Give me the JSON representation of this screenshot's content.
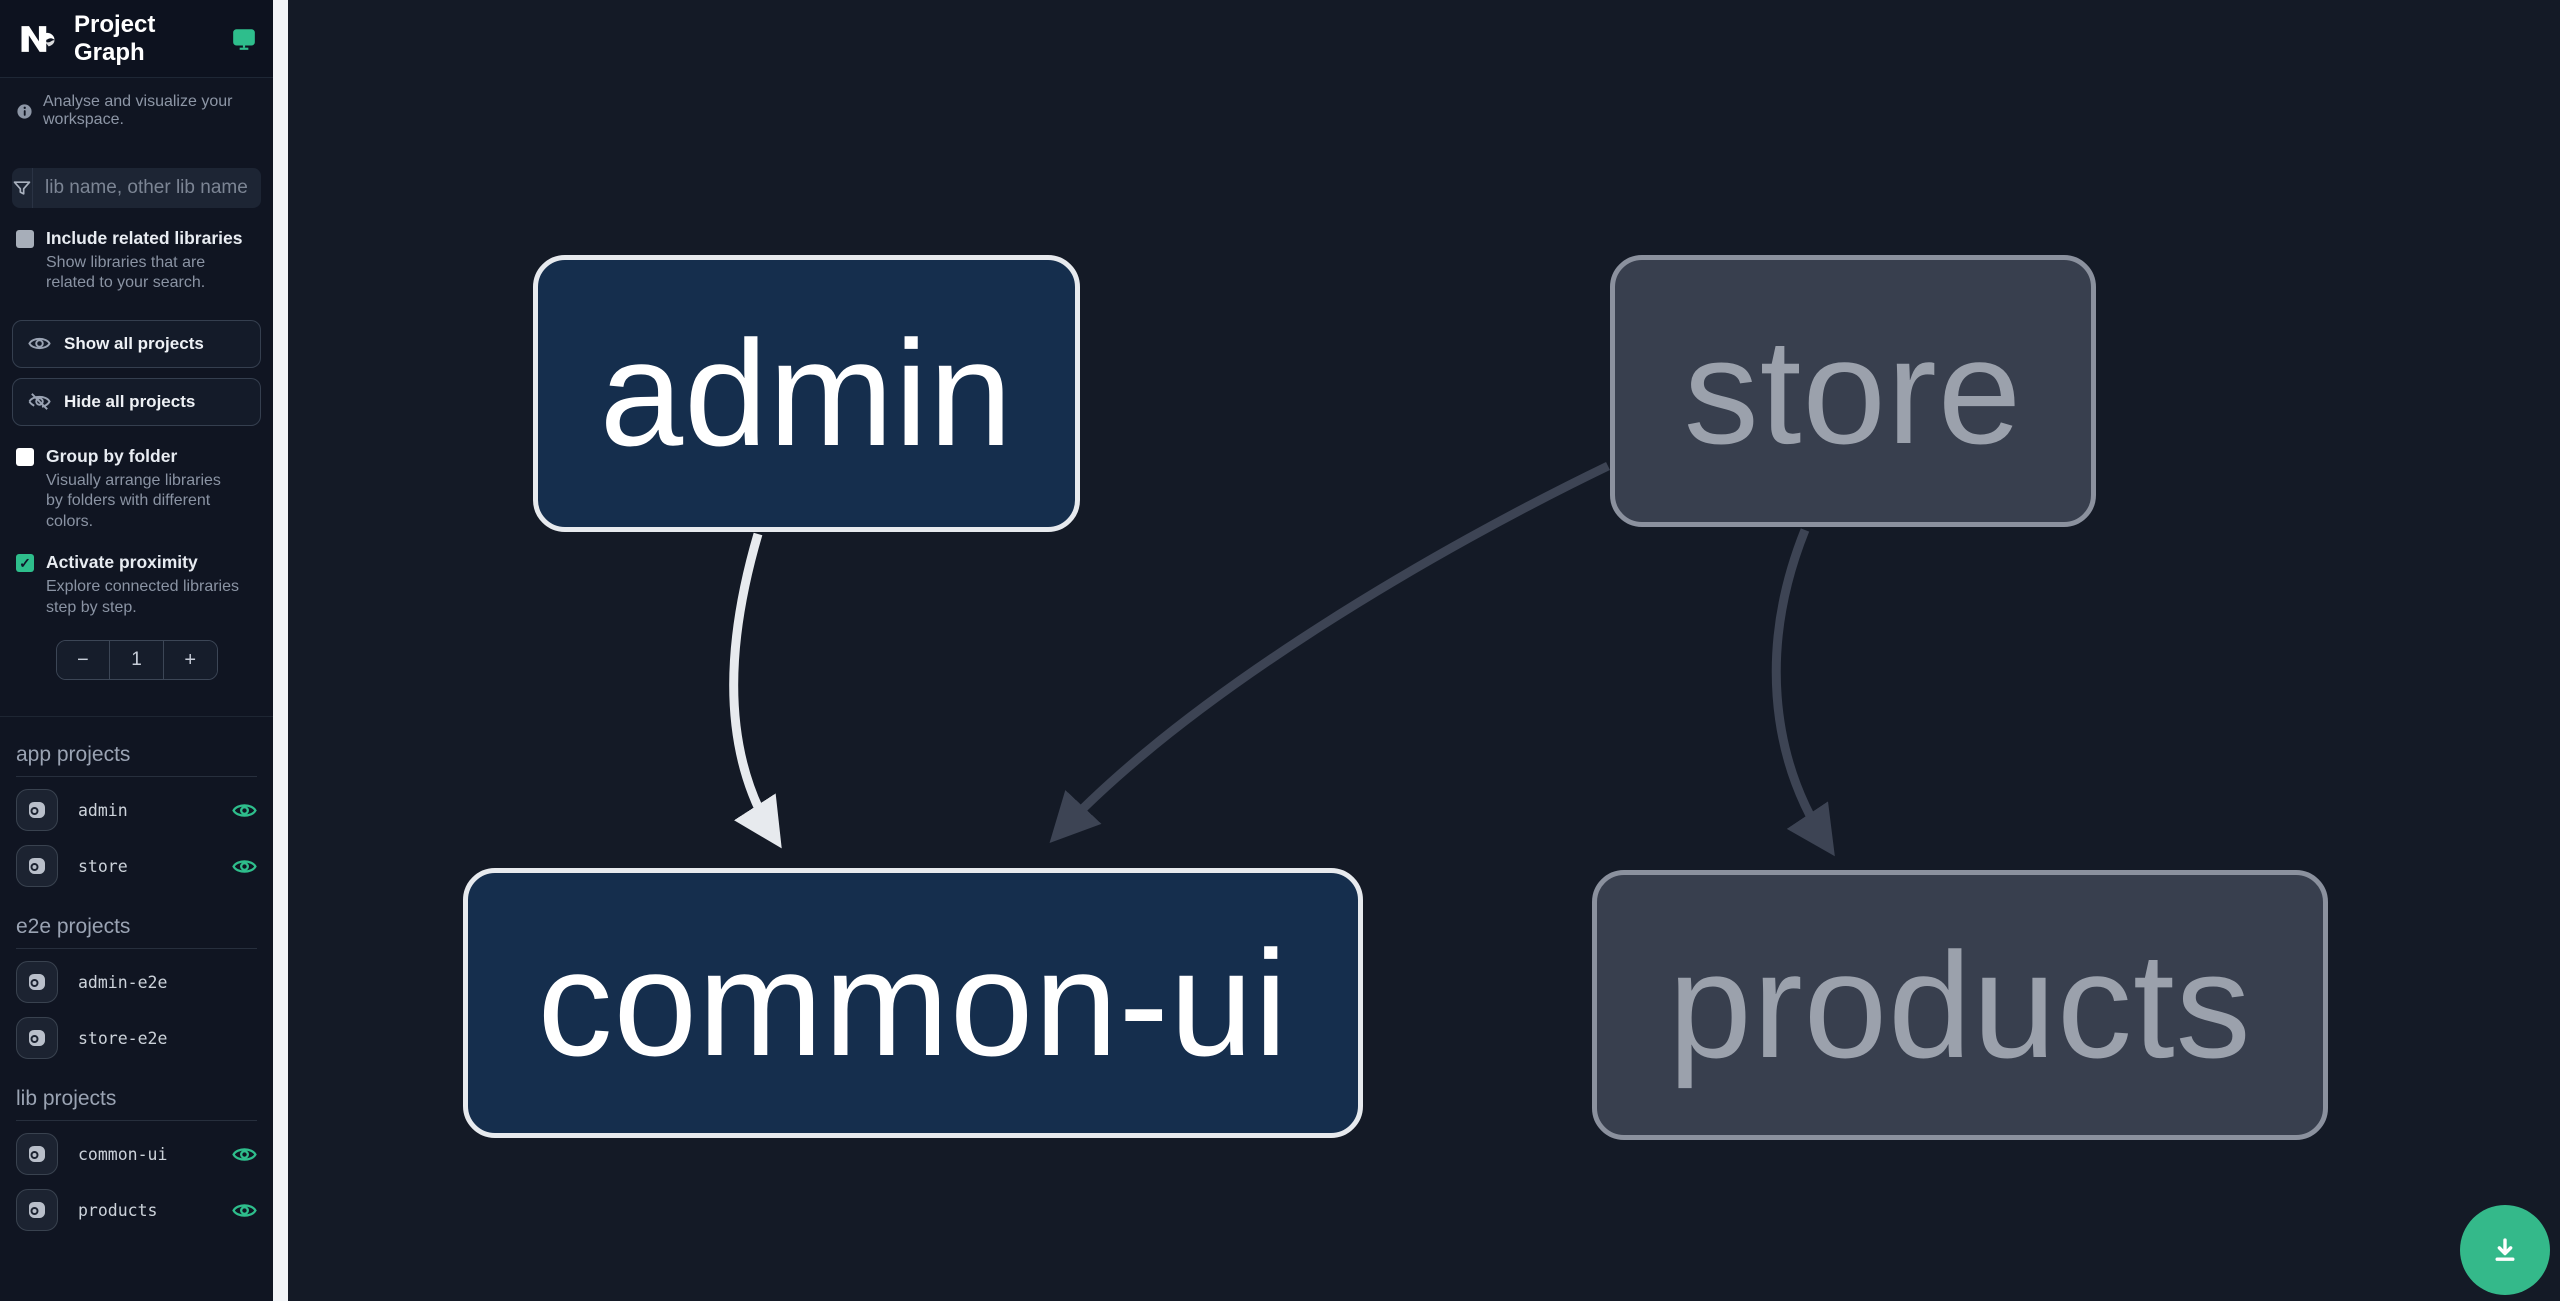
{
  "app": {
    "title": "Project Graph"
  },
  "sidebar": {
    "tagline": "Analyse and visualize your workspace.",
    "filter": {
      "placeholder": "lib name, other lib name"
    },
    "options": [
      {
        "label": "Include related libraries",
        "description": "Show libraries that are related to your search.",
        "checked": false
      },
      {
        "label": "Group by folder",
        "description": "Visually arrange libraries by folders with different colors.",
        "checked": false
      },
      {
        "label": "Activate proximity",
        "description": "Explore connected libraries step by step.",
        "checked": true
      }
    ],
    "actions": [
      {
        "label": "Show all projects"
      },
      {
        "label": "Hide all projects"
      }
    ],
    "proximity_stepper": {
      "decrement": "−",
      "value": "1",
      "increment": "+"
    },
    "sections": [
      {
        "title": "app projects",
        "items": [
          {
            "name": "admin",
            "visible": true
          },
          {
            "name": "store",
            "visible": true
          }
        ]
      },
      {
        "title": "e2e projects",
        "items": [
          {
            "name": "admin-e2e",
            "visible": false
          },
          {
            "name": "store-e2e",
            "visible": false
          }
        ]
      },
      {
        "title": "lib projects",
        "items": [
          {
            "name": "common-ui",
            "visible": true
          },
          {
            "name": "products",
            "visible": true
          }
        ]
      }
    ]
  },
  "graph": {
    "nodes": [
      {
        "id": "admin",
        "label": "admin",
        "state": "focused"
      },
      {
        "id": "store",
        "label": "store",
        "state": "dimmed"
      },
      {
        "id": "common-ui",
        "label": "common-ui",
        "state": "focused"
      },
      {
        "id": "products",
        "label": "products",
        "state": "dimmed"
      }
    ],
    "edges": [
      {
        "from": "admin",
        "to": "common-ui",
        "state": "highlighted"
      },
      {
        "from": "store",
        "to": "common-ui",
        "state": "dimmed"
      },
      {
        "from": "store",
        "to": "products",
        "state": "dimmed"
      }
    ]
  },
  "fab": {
    "icon": "download-icon"
  },
  "colors": {
    "accent": "#2ebe8c",
    "canvas_bg": "#141a26",
    "sidebar_bg": "#101522",
    "node_focused_fill": "#152e4d",
    "node_focused_border": "#e7eaee",
    "node_dimmed_fill": "#383f4e",
    "node_dimmed_border": "#8b919e",
    "edge_highlight": "#e7eaee",
    "edge_dimmed": "#3d4454",
    "fab_bg": "#34b98a"
  }
}
